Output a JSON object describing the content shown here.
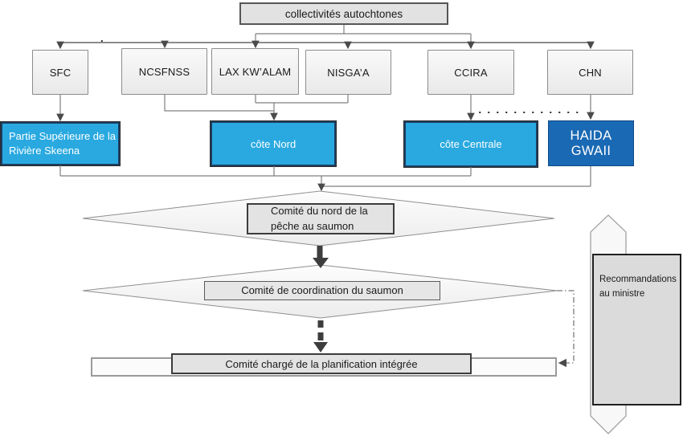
{
  "root": {
    "label": "collectivités autochtones"
  },
  "organizations": [
    {
      "label": "SFC"
    },
    {
      "label": "NCSFNSS"
    },
    {
      "label": "LAX KW’ALAM"
    },
    {
      "label": "NISGA’A"
    },
    {
      "label": "CCIRA"
    },
    {
      "label": "CHN"
    }
  ],
  "regions": [
    {
      "label": "Partie Supérieure de la Rivière Skeena",
      "style": "light-blue"
    },
    {
      "label": "côte Nord",
      "style": "light-blue"
    },
    {
      "label": "côte Centrale",
      "style": "light-blue"
    },
    {
      "label": "HAIDA GWAII",
      "style": "dark-blue"
    }
  ],
  "committees": [
    {
      "label": "Comité du nord de la pêche au saumon"
    },
    {
      "label": "Comité de coordination du saumon"
    },
    {
      "label": "Comité chargé de la planification intégrée"
    }
  ],
  "recommendation": {
    "label": "Recommandations au ministre"
  },
  "stray_dot": ".",
  "colors": {
    "region_light_blue": "#29a9e0",
    "region_dark_blue": "#1a69b4",
    "navy_border": "#1e3e62",
    "connector_grey": "#7f7f7f",
    "thick_arrow_grey": "#3d3d3d",
    "box_grey": "#e3e3e3"
  }
}
